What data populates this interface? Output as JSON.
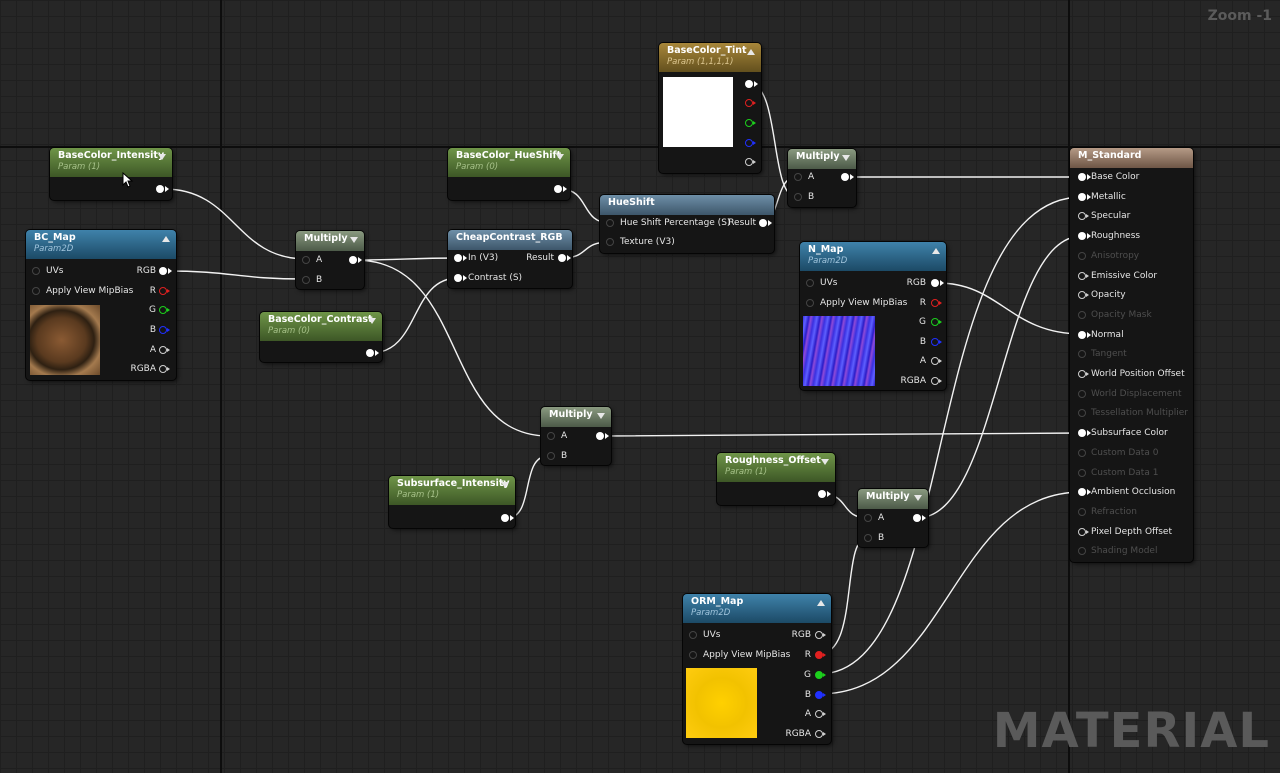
{
  "editor": {
    "zoom": "Zoom -1",
    "watermark": "MATERIAL"
  },
  "nodes": {
    "bc_intensity": {
      "title": "BaseColor_Intensity",
      "sub": "Param (1)"
    },
    "bc_hueshift": {
      "title": "BaseColor_HueShift",
      "sub": "Param (0)"
    },
    "bc_tint": {
      "title": "BaseColor_Tint",
      "sub": "Param (1,1,1,1)"
    },
    "bc_contrast": {
      "title": "BaseColor_Contrast",
      "sub": "Param (0)"
    },
    "bc_map": {
      "title": "BC_Map",
      "sub": "Param2D",
      "uvs": "UVs",
      "mip": "Apply View MipBias",
      "rgb": "RGB",
      "r": "R",
      "g": "G",
      "b": "B",
      "a": "A",
      "rgba": "RGBA"
    },
    "multiply1": {
      "title": "Multiply",
      "a": "A",
      "b": "B"
    },
    "cheap": {
      "title": "CheapContrast_RGB",
      "in": "In (V3)",
      "contrast": "Contrast (S)",
      "result": "Result"
    },
    "hueshift": {
      "title": "HueShift",
      "pct": "Hue Shift Percentage (S)",
      "tex": "Texture (V3)",
      "result": "Result"
    },
    "multiply2": {
      "title": "Multiply",
      "a": "A",
      "b": "B"
    },
    "n_map": {
      "title": "N_Map",
      "sub": "Param2D",
      "uvs": "UVs",
      "mip": "Apply View MipBias",
      "rgb": "RGB",
      "r": "R",
      "g": "G",
      "b": "B",
      "a": "A",
      "rgba": "RGBA"
    },
    "multiply3": {
      "title": "Multiply",
      "a": "A",
      "b": "B"
    },
    "ss_intensity": {
      "title": "Subsurface_Intensity",
      "sub": "Param (1)"
    },
    "rough_offset": {
      "title": "Roughness_Offset",
      "sub": "Param (1)"
    },
    "multiply4": {
      "title": "Multiply",
      "a": "A",
      "b": "B"
    },
    "orm_map": {
      "title": "ORM_Map",
      "sub": "Param2D",
      "uvs": "UVs",
      "mip": "Apply View MipBias",
      "rgb": "RGB",
      "r": "R",
      "g": "G",
      "b": "B",
      "a": "A",
      "rgba": "RGBA"
    },
    "m_standard": {
      "title": "M_Standard",
      "inputs": [
        "Base Color",
        "Metallic",
        "Specular",
        "Roughness",
        "Anisotropy",
        "Emissive Color",
        "Opacity",
        "Opacity Mask",
        "Normal",
        "Tangent",
        "World Position Offset",
        "World Displacement",
        "Tessellation Multiplier",
        "Subsurface Color",
        "Custom Data 0",
        "Custom Data 1",
        "Ambient Occlusion",
        "Refraction",
        "Pixel Depth Offset",
        "Shading Model"
      ]
    }
  }
}
